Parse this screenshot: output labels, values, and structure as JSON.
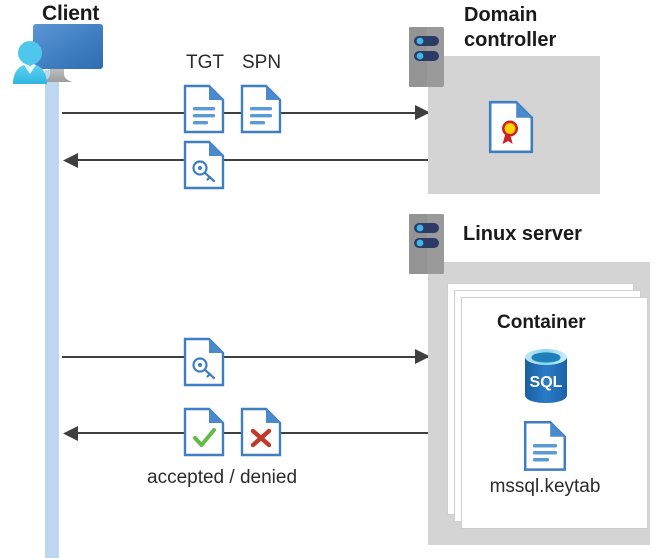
{
  "diagram": {
    "title_client": "Client",
    "domain_controller": {
      "title_line1": "Domain",
      "title_line2": "controller",
      "icon": "certificate-document-icon"
    },
    "linux_server": {
      "title": "Linux server",
      "container": {
        "title": "Container",
        "sql_icon_label": "SQL",
        "keytab_filename": "mssql.keytab"
      }
    },
    "messages": [
      {
        "id": "m1",
        "tags": [
          "TGT",
          "SPN"
        ],
        "direction": "right",
        "icons": [
          "document-icon",
          "document-icon"
        ]
      },
      {
        "id": "m2",
        "tags": [],
        "direction": "left",
        "icons": [
          "key-document-icon"
        ]
      },
      {
        "id": "m3",
        "tags": [],
        "direction": "right",
        "icons": [
          "key-document-icon"
        ]
      },
      {
        "id": "m4",
        "tags": [],
        "direction": "left",
        "icons": [
          "approved-document-icon",
          "denied-document-icon"
        ],
        "caption": "accepted / denied"
      }
    ],
    "caption_accepted_denied": "accepted / denied",
    "tag_tgt": "TGT",
    "tag_spn": "SPN",
    "colors": {
      "panel_gray": "#d4d4d4",
      "lifeline_blue": "#bdd7f0",
      "doc_blue": "#3f7fc1",
      "doc_fold_blue": "#4a89ce",
      "accent_blue": "#2f7cc4",
      "sql_blue": "#1e69ab",
      "check_green": "#62bb46",
      "cross_red": "#c0392b",
      "cert_red": "#cf2027",
      "cert_gold": "#ffd400",
      "arrow_dark": "#3f3f3f",
      "server_dark": "#2b3b66",
      "server_dot": "#3fb7ea",
      "monitor_blue": "#3f7fc1",
      "person_cyan": "#44c8f0"
    }
  }
}
